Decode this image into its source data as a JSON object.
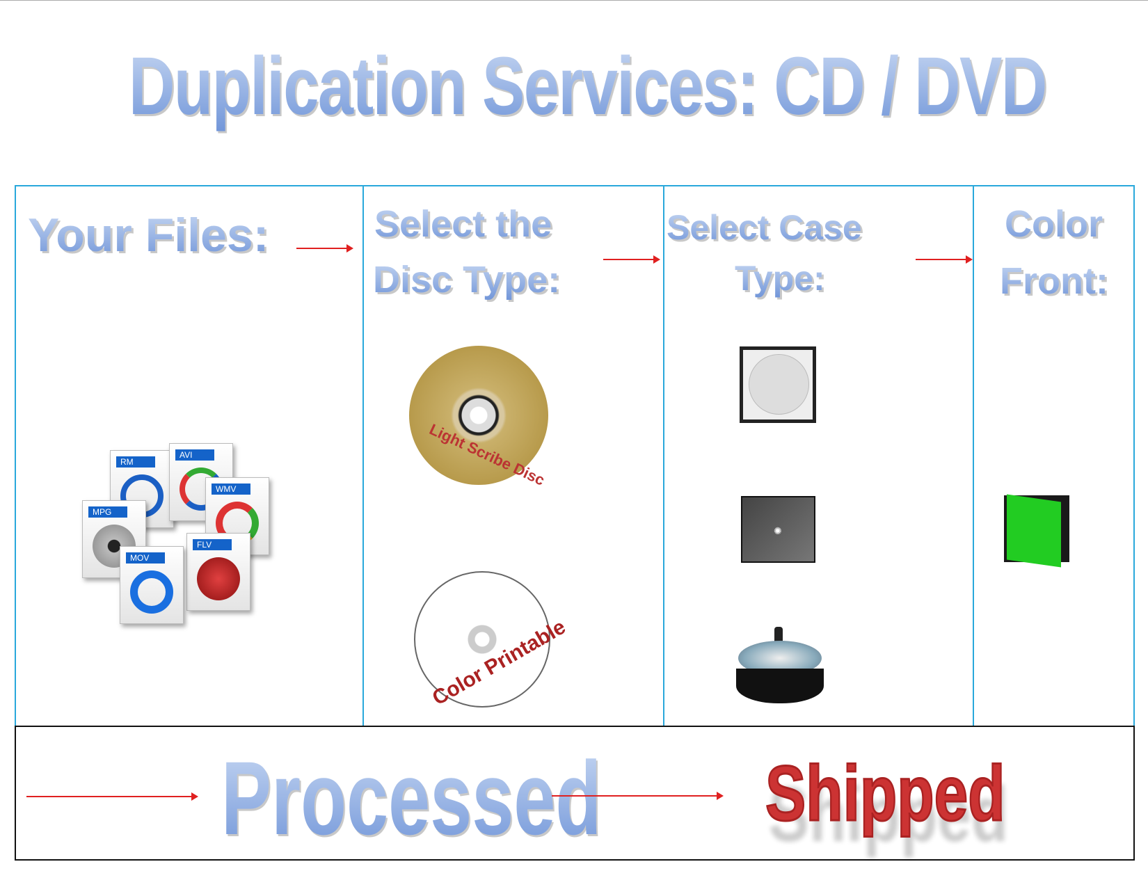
{
  "title": "Duplication Services: CD / DVD",
  "columns": [
    {
      "heading": [
        "Your Files:"
      ]
    },
    {
      "heading": [
        "Select the",
        "Disc Type:"
      ],
      "discs": [
        "Light Scribe Disc",
        "Color Printable"
      ]
    },
    {
      "heading": [
        "Select Case",
        "Type:"
      ],
      "cases": [
        "paper-sleeve",
        "jewel-case",
        "spindle"
      ]
    },
    {
      "heading": [
        "Color",
        "Front:"
      ]
    }
  ],
  "file_types": [
    "RM",
    "AVI",
    "WMV",
    "MPG",
    "FLV",
    "MOV"
  ],
  "bottom": {
    "processed": "Processed",
    "shipped": "Shipped"
  },
  "colors": {
    "border": "#29a8db",
    "arrow": "#e02020",
    "heading_blue": "#6f94d8",
    "shipped_red": "#cc3333",
    "case_green": "#22cc22"
  }
}
